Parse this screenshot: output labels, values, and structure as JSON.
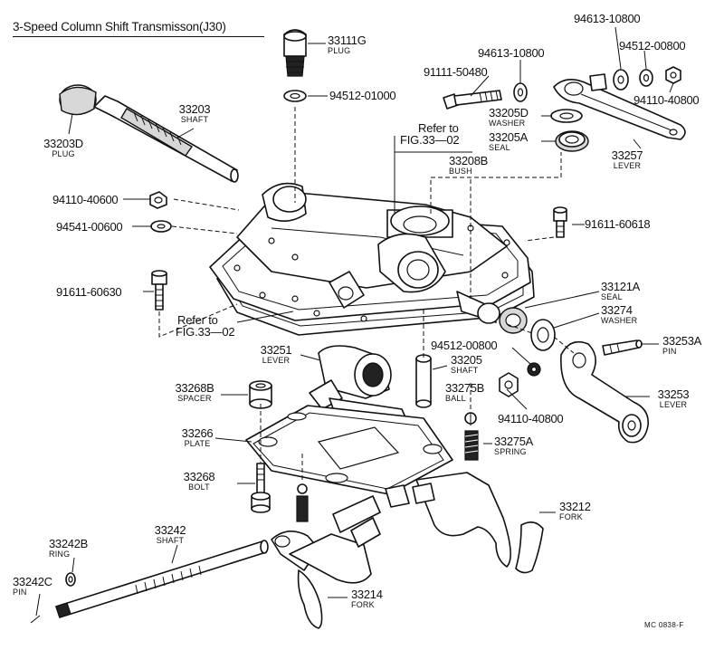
{
  "title": "3-Speed Column Shift Transmisson(J30)",
  "drawing_code": "MC 0838-F",
  "refs": [
    {
      "text1": "Refer to",
      "text2": "FIG.33—02"
    },
    {
      "text1": "Refer to",
      "text2": "FIG.33—02"
    }
  ],
  "parts": [
    {
      "number": "33111G",
      "name": "PLUG"
    },
    {
      "number": "94512-01000",
      "name": ""
    },
    {
      "number": "33203",
      "name": "SHAFT"
    },
    {
      "number": "33203D",
      "name": "PLUG"
    },
    {
      "number": "94613-10800",
      "name": ""
    },
    {
      "number": "94512-00800",
      "name": ""
    },
    {
      "number": "94613-10800",
      "name": ""
    },
    {
      "number": "91111-50480",
      "name": ""
    },
    {
      "number": "94110-40800",
      "name": ""
    },
    {
      "number": "33205D",
      "name": "WASHER"
    },
    {
      "number": "33205A",
      "name": "SEAL"
    },
    {
      "number": "33208B",
      "name": "BUSH"
    },
    {
      "number": "33257",
      "name": "LEVER"
    },
    {
      "number": "94110-40600",
      "name": ""
    },
    {
      "number": "94541-00600",
      "name": ""
    },
    {
      "number": "91611-60618",
      "name": ""
    },
    {
      "number": "91611-60630",
      "name": ""
    },
    {
      "number": "33121A",
      "name": "SEAL"
    },
    {
      "number": "33274",
      "name": "WASHER"
    },
    {
      "number": "33253A",
      "name": "PIN"
    },
    {
      "number": "33251",
      "name": "LEVER"
    },
    {
      "number": "94512-00800",
      "name": ""
    },
    {
      "number": "33205",
      "name": "SHAFT"
    },
    {
      "number": "33268B",
      "name": "SPACER"
    },
    {
      "number": "33275B",
      "name": "BALL"
    },
    {
      "number": "94110-40800",
      "name": ""
    },
    {
      "number": "33253",
      "name": "LEVER"
    },
    {
      "number": "33266",
      "name": "PLATE"
    },
    {
      "number": "33275A",
      "name": "SPRING"
    },
    {
      "number": "33268",
      "name": "BOLT"
    },
    {
      "number": "33212",
      "name": "FORK"
    },
    {
      "number": "33242",
      "name": "SHAFT"
    },
    {
      "number": "33242B",
      "name": "RING"
    },
    {
      "number": "33242C",
      "name": "PIN"
    },
    {
      "number": "33214",
      "name": "FORK"
    }
  ]
}
